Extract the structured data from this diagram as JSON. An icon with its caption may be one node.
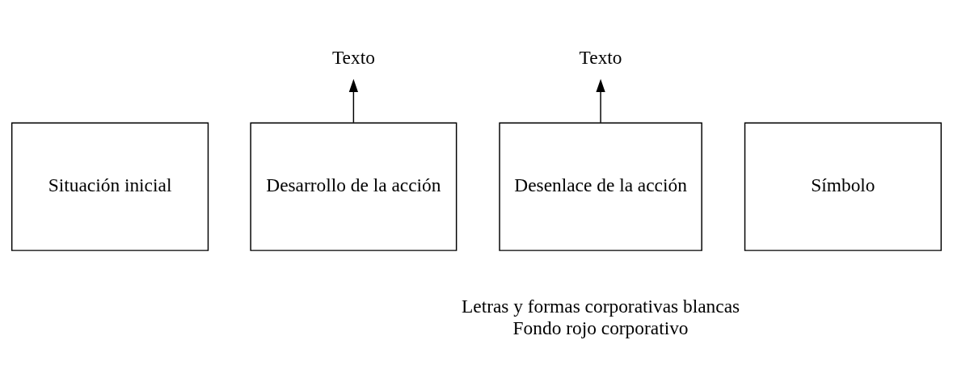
{
  "diagram": {
    "nodes": [
      {
        "text": [
          "Texto"
        ]
      },
      {
        "text": [
          "Texto"
        ]
      },
      {
        "text": [
          "Situación inicial"
        ]
      },
      {
        "text": [
          "Desarrollo de la acción"
        ]
      },
      {
        "text": [
          "Desenlace de la acción"
        ]
      },
      {
        "text": [
          "Símbolo"
        ]
      }
    ],
    "edges": [
      {
        "from": 3,
        "to": 0,
        "arrow": "to"
      },
      {
        "from": 4,
        "to": 1,
        "arrow": "to"
      }
    ],
    "labels": [
      "Letras y formas corporativas blancas",
      "Fondo rojo corporativo"
    ]
  }
}
